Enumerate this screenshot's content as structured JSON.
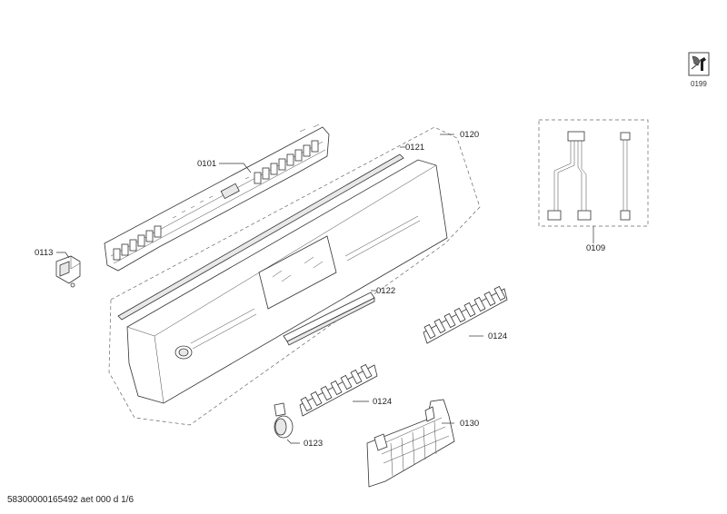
{
  "labels": {
    "p0101": "0101",
    "p0109": "0109",
    "p0113": "0113",
    "p0120": "0120",
    "p0121": "0121",
    "p0122": "0122",
    "p0123": "0123",
    "p0124a": "0124",
    "p0124b": "0124",
    "p0130": "0130",
    "p0199": "0199"
  },
  "footer": "58300000165492 aet 000 d 1/6"
}
